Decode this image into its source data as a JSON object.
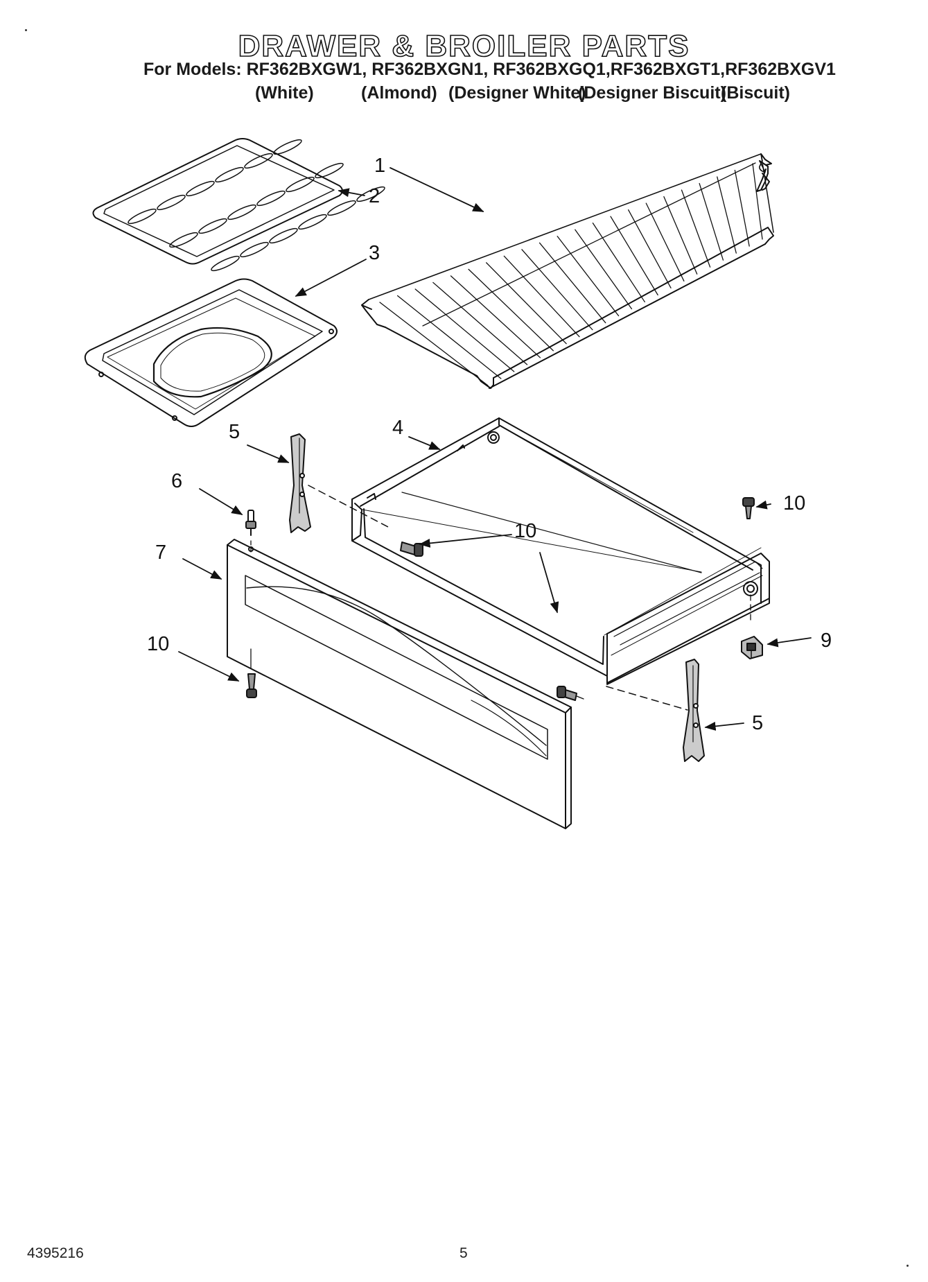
{
  "header": {
    "title": "DRAWER & BROILER PARTS",
    "models_line": "For Models: RF362BXGW1, RF362BXGN1, RF362BXGQ1,RF362BXGT1,RF362BXGV1",
    "colors": [
      "(White)",
      "(Almond)",
      "(Designer White)",
      "(Designer Biscuit)",
      "(Biscuit)"
    ]
  },
  "callouts": {
    "n1": "1",
    "n2": "2",
    "n3": "3",
    "n4": "4",
    "n5a": "5",
    "n5b": "5",
    "n6": "6",
    "n7": "7",
    "n9": "9",
    "n10a": "10",
    "n10b": "10",
    "n10c": "10"
  },
  "footer": {
    "doc_number": "4395216",
    "page_number": "5"
  }
}
